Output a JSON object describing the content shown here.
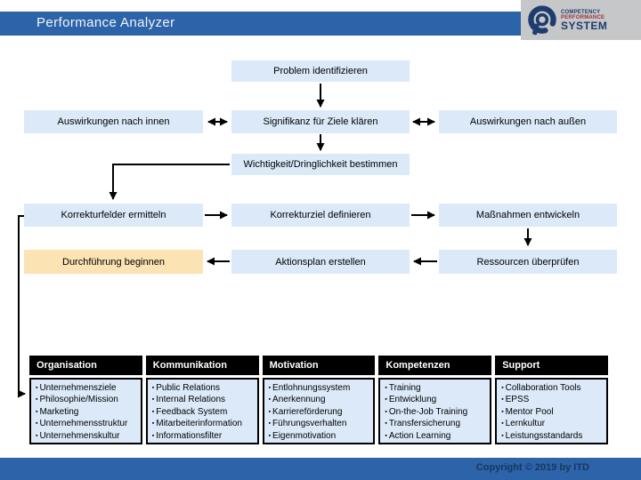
{
  "header": {
    "title": "Performance Analyzer"
  },
  "logo": {
    "line1": "COMPETENCY",
    "line2": "PERFORMANCE",
    "line3": "SYSTEM"
  },
  "flowchart": {
    "problem": "Problem identifizieren",
    "inner": "Auswirkungen nach innen",
    "significance": "Signifikanz für Ziele klären",
    "outer": "Auswirkungen nach außen",
    "importance": "Wichtigkeit/Dringlichkeit bestimmen",
    "fields": "Korrekturfelder ermitteln",
    "goal": "Korrekturziel definieren",
    "measures": "Maßnahmen entwickeln",
    "execute": "Durchführung beginnen",
    "actionplan": "Aktionsplan erstellen",
    "resources": "Ressourcen überprüfen"
  },
  "table": {
    "columns": [
      {
        "header": "Organisation",
        "items": [
          "Unternehmensziele",
          "Philosophie/Mission",
          "Marketing",
          "Unternehmensstruktur",
          "Unternehmenskultur"
        ]
      },
      {
        "header": "Kommunikation",
        "items": [
          "Public Relations",
          "Internal Relations",
          "Feedback System",
          "Mitarbeiterinformation",
          "Informationsfilter"
        ]
      },
      {
        "header": "Motivation",
        "items": [
          "Entlohnungssystem",
          "Anerkennung",
          "Karriereförderung",
          "Führungsverhalten",
          "Eigenmotivation"
        ]
      },
      {
        "header": "Kompetenzen",
        "items": [
          "Training",
          "Entwicklung",
          "On-the-Job Training",
          "Transfersicherung",
          "Action Learning"
        ]
      },
      {
        "header": "Support",
        "items": [
          "Collaboration Tools",
          "EPSS",
          "Mentor Pool",
          "Lernkultur",
          "Leistungsstandards"
        ]
      }
    ]
  },
  "footer": {
    "copyright": "Copyright © 2019 by ITD"
  },
  "colors": {
    "bar_blue": "#2D63A8",
    "box_blue": "#DBE9F8",
    "box_orange": "#FBE3B4",
    "table_header_bg": "#000000",
    "logo_gray": "#C6C7C9",
    "logo_navy": "#1E3C6E",
    "logo_red": "#9E3039",
    "footer_text": "#17375E",
    "arrow": "#000000"
  }
}
